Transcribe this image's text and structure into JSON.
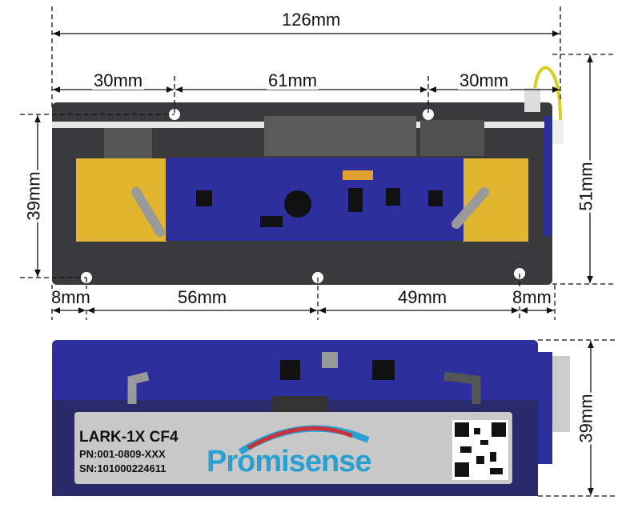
{
  "dimensions": {
    "total_width": "126mm",
    "left_hole_offset": "30mm",
    "top_hole_spacing": "61mm",
    "right_hole_offset": "30mm",
    "hole_vertical_spacing": "39mm",
    "total_height": "51mm",
    "bottom_left_margin": "8mm",
    "bottom_left_spacing": "56mm",
    "bottom_right_spacing": "49mm",
    "bottom_right_margin": "8mm",
    "side_height": "39mm"
  },
  "product_label": {
    "model": "LARK-1X CF4",
    "part_number": "PN:001-0809-XXX",
    "serial_number": "SN:101000224611",
    "brand": "Promisense"
  },
  "colors": {
    "pcb": "#2d2f9e",
    "plate": "#3a3a3c",
    "block": "#e0b630",
    "brand": "#2a9fd0",
    "arc_red": "#c8323a"
  }
}
